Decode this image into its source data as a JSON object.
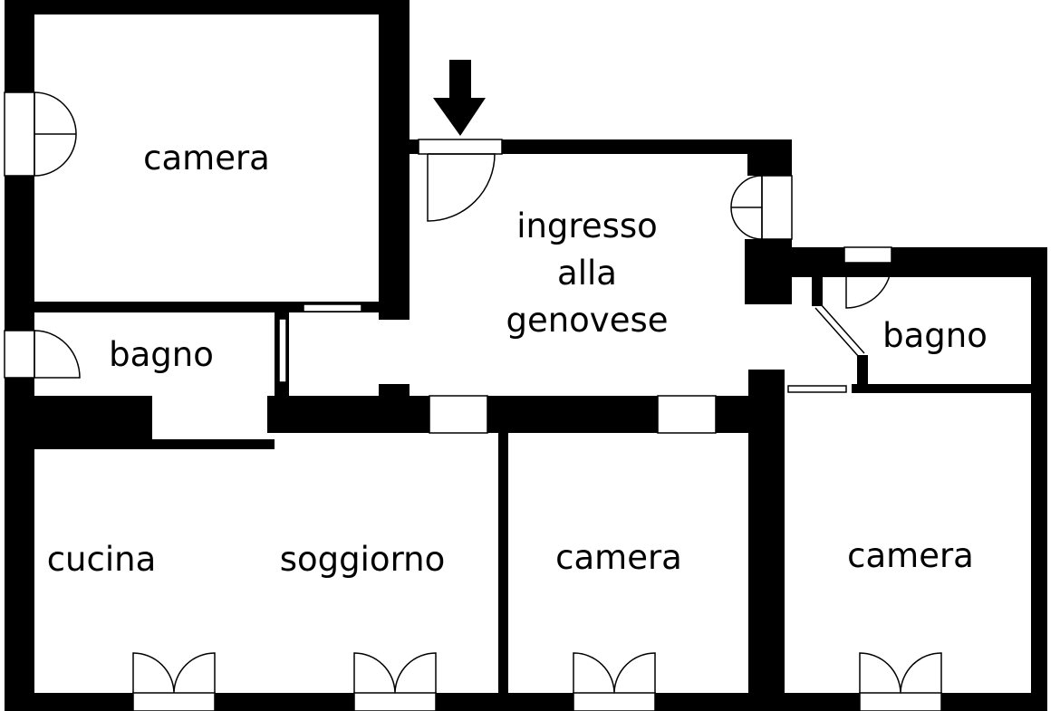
{
  "colors": {
    "wall": "#000000",
    "floor": "#ffffff"
  },
  "rooms": {
    "camera_top_left": "camera",
    "bagno_left": "bagno",
    "ingresso_line1": "ingresso",
    "ingresso_line2": "alla",
    "ingresso_line3": "genovese",
    "bagno_right": "bagno",
    "cucina": "cucina",
    "soggiorno": "soggiorno",
    "camera_bottom_middle": "camera",
    "camera_bottom_right": "camera"
  },
  "icons": {
    "entrance": "entrance-arrow-icon"
  }
}
